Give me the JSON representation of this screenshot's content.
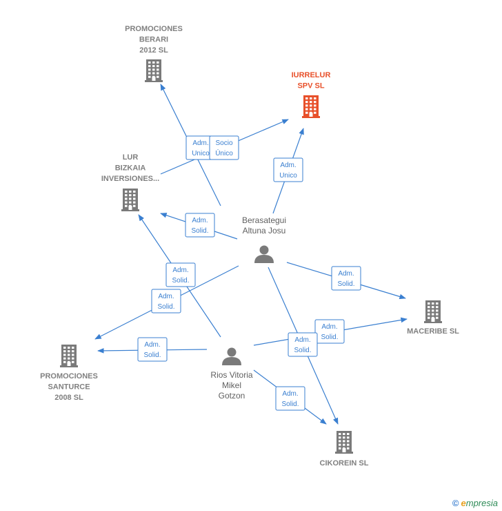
{
  "nodes": {
    "berari": {
      "lines": [
        "PROMOCIONES",
        "BERARI",
        "2012 SL"
      ],
      "type": "company",
      "highlight": false
    },
    "iurrelur": {
      "lines": [
        "IURRELUR",
        "SPV  SL"
      ],
      "type": "company",
      "highlight": true
    },
    "lur": {
      "lines": [
        "LUR",
        "BIZKAIA",
        "INVERSIONES..."
      ],
      "type": "company",
      "highlight": false
    },
    "maceribe": {
      "lines": [
        "MACERIBE SL"
      ],
      "type": "company",
      "highlight": false
    },
    "santurce": {
      "lines": [
        "PROMOCIONES",
        "SANTURCE",
        "2008 SL"
      ],
      "type": "company",
      "highlight": false
    },
    "cikorein": {
      "lines": [
        "CIKOREIN SL"
      ],
      "type": "company",
      "highlight": false
    },
    "berasategui": {
      "lines": [
        "Berasategui",
        "Altuna Josu"
      ],
      "type": "person"
    },
    "rios": {
      "lines": [
        "Rios Vitoria",
        "Mikel",
        "Gotzon"
      ],
      "type": "person"
    }
  },
  "edges": [
    {
      "from": "berasategui",
      "to": "berari",
      "label": [
        "Adm.",
        "Unico"
      ]
    },
    {
      "from": "lur",
      "to": "iurrelur",
      "label": [
        "Socio",
        "Único"
      ]
    },
    {
      "from": "berasategui",
      "to": "iurrelur",
      "label": [
        "Adm.",
        "Unico"
      ]
    },
    {
      "from": "berasategui",
      "to": "lur",
      "label": [
        "Adm.",
        "Solid."
      ]
    },
    {
      "from": "rios",
      "to": "lur",
      "label": [
        "Adm.",
        "Solid."
      ]
    },
    {
      "from": "berasategui",
      "to": "santurce",
      "label": [
        "Adm.",
        "Solid."
      ]
    },
    {
      "from": "berasategui",
      "to": "maceribe",
      "label": [
        "Adm.",
        "Solid."
      ]
    },
    {
      "from": "rios",
      "to": "maceribe",
      "label": [
        "Adm.",
        "Solid."
      ]
    },
    {
      "from": "rios",
      "to": "santurce",
      "label": [
        "Adm.",
        "Solid."
      ]
    },
    {
      "from": "berasategui",
      "to": "cikorein",
      "label": [
        "Adm.",
        "Solid."
      ]
    },
    {
      "from": "rios",
      "to": "cikorein",
      "label": [
        "Adm.",
        "Solid."
      ]
    }
  ],
  "footer": {
    "copyright": "©",
    "brand_initial": "e",
    "brand_rest": "mpresia"
  },
  "colors": {
    "edge": "#3a7fd0",
    "node": "#7a7a7a",
    "highlight": "#e8502a"
  }
}
